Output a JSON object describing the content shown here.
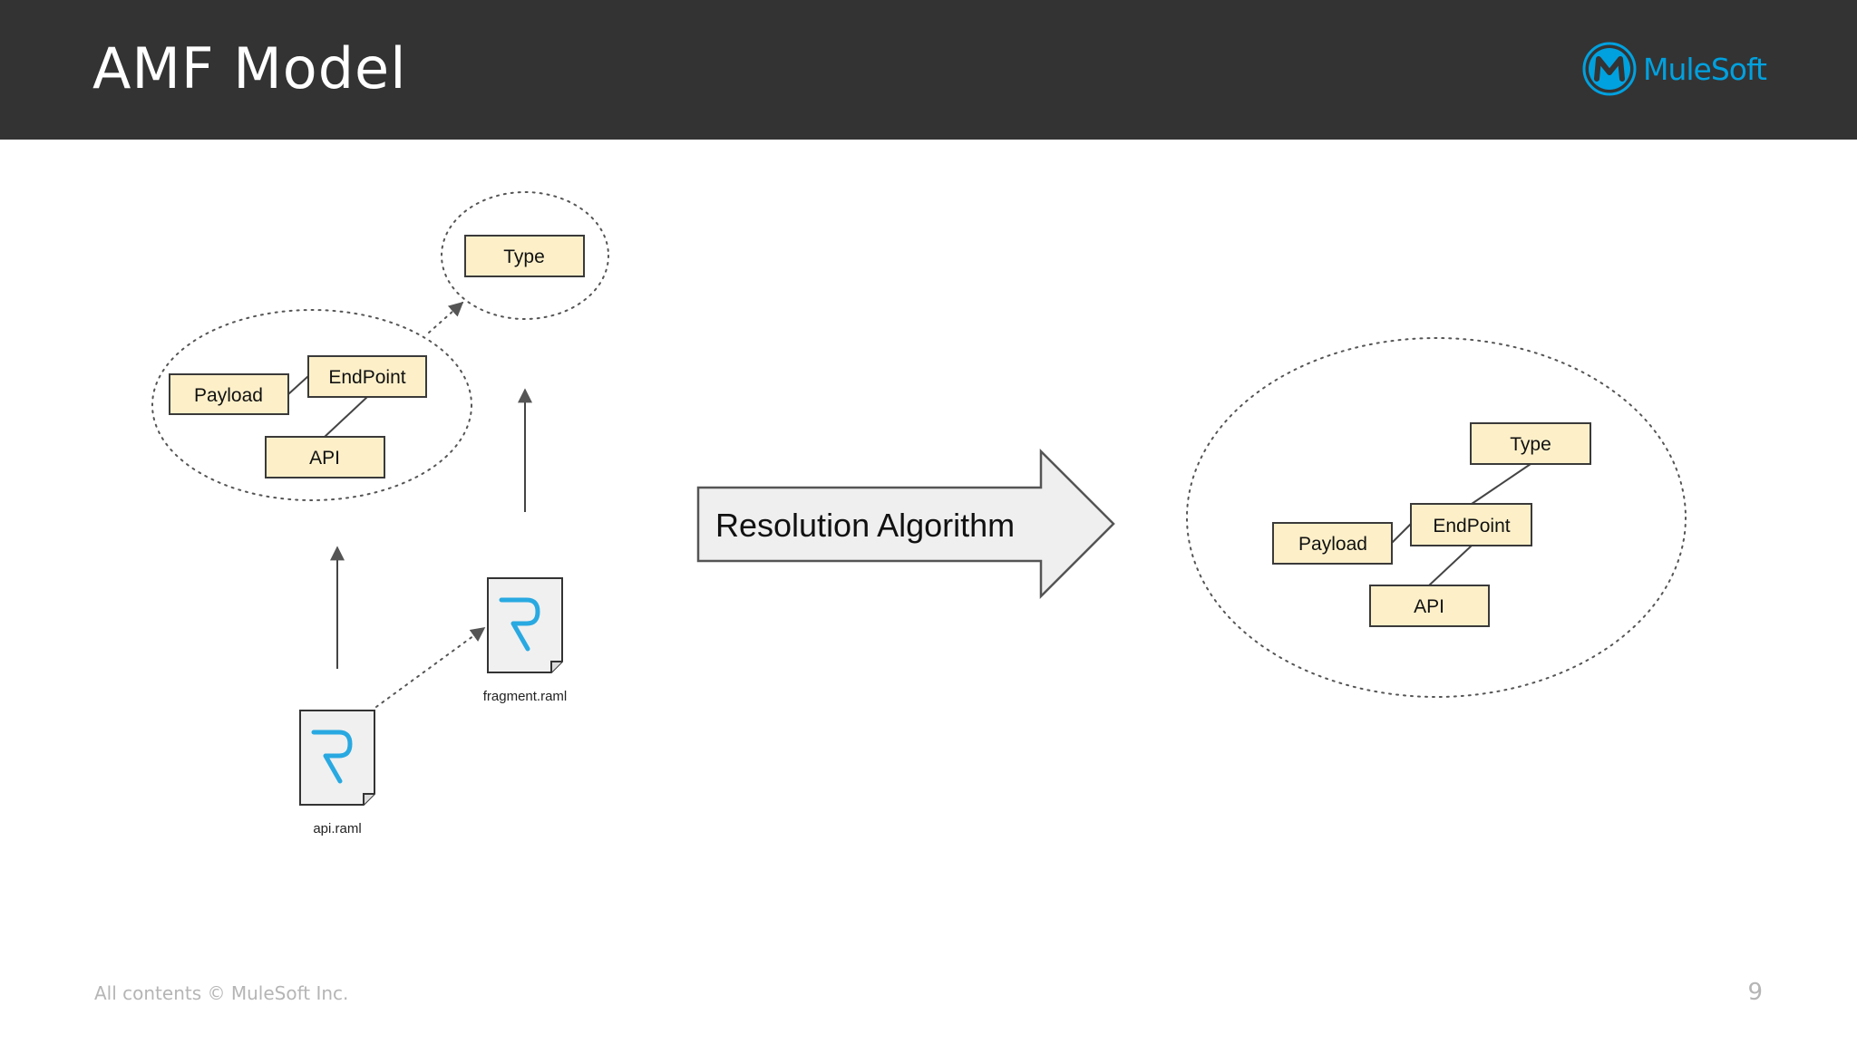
{
  "slide": {
    "title": "AMF Model",
    "footer": "All contents © MuleSoft Inc.",
    "page_number": "9"
  },
  "brand": {
    "name": "MuleSoft",
    "color": "#00a1df",
    "icon": "mulesoft-logo-icon"
  },
  "diagram": {
    "left_graph": {
      "payload": "Payload",
      "endpoint": "EndPoint",
      "api": "API"
    },
    "type_node": "Type",
    "arrow_label": "Resolution Algorithm",
    "files": {
      "api": "api.raml",
      "fragment": "fragment.raml"
    },
    "file_icon": "raml-file-icon",
    "right_graph": {
      "type": "Type",
      "endpoint": "EndPoint",
      "payload": "Payload",
      "api": "API"
    }
  },
  "colors": {
    "header_bg": "#333333",
    "node_fill": "#fdf0c9",
    "raml_blue": "#29a9e1"
  }
}
